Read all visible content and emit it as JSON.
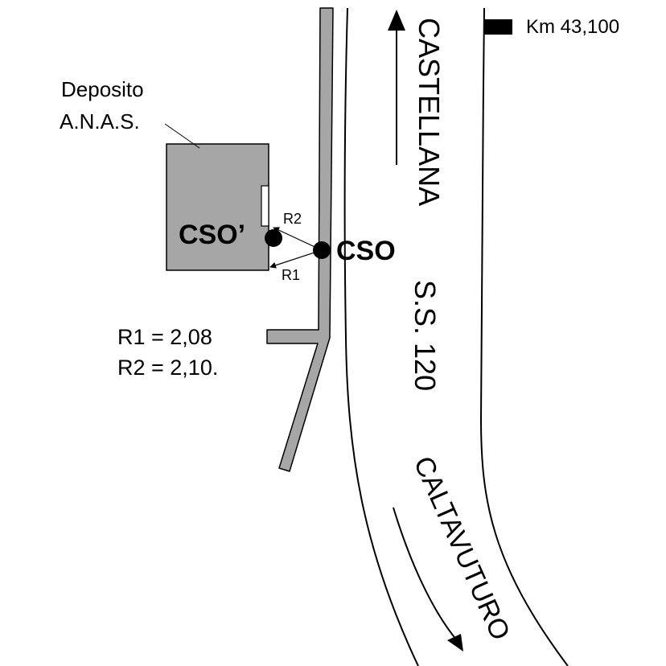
{
  "road": {
    "name": "S.S. 120",
    "to_north": "CASTELLANA",
    "to_south": "CALTAVUTURO",
    "km_marker": "Km 43,100"
  },
  "depot": {
    "label_line1": "Deposito",
    "label_line2": "A.N.A.S."
  },
  "points": {
    "cso": "CSO",
    "cso_prime": "CSO’",
    "r1": "R1",
    "r2": "R2"
  },
  "distances": {
    "r1": "R1 = 2,08",
    "r2": "R2 = 2,10."
  },
  "colors": {
    "building_fill": "#a6a6a6",
    "ink": "#000000"
  }
}
